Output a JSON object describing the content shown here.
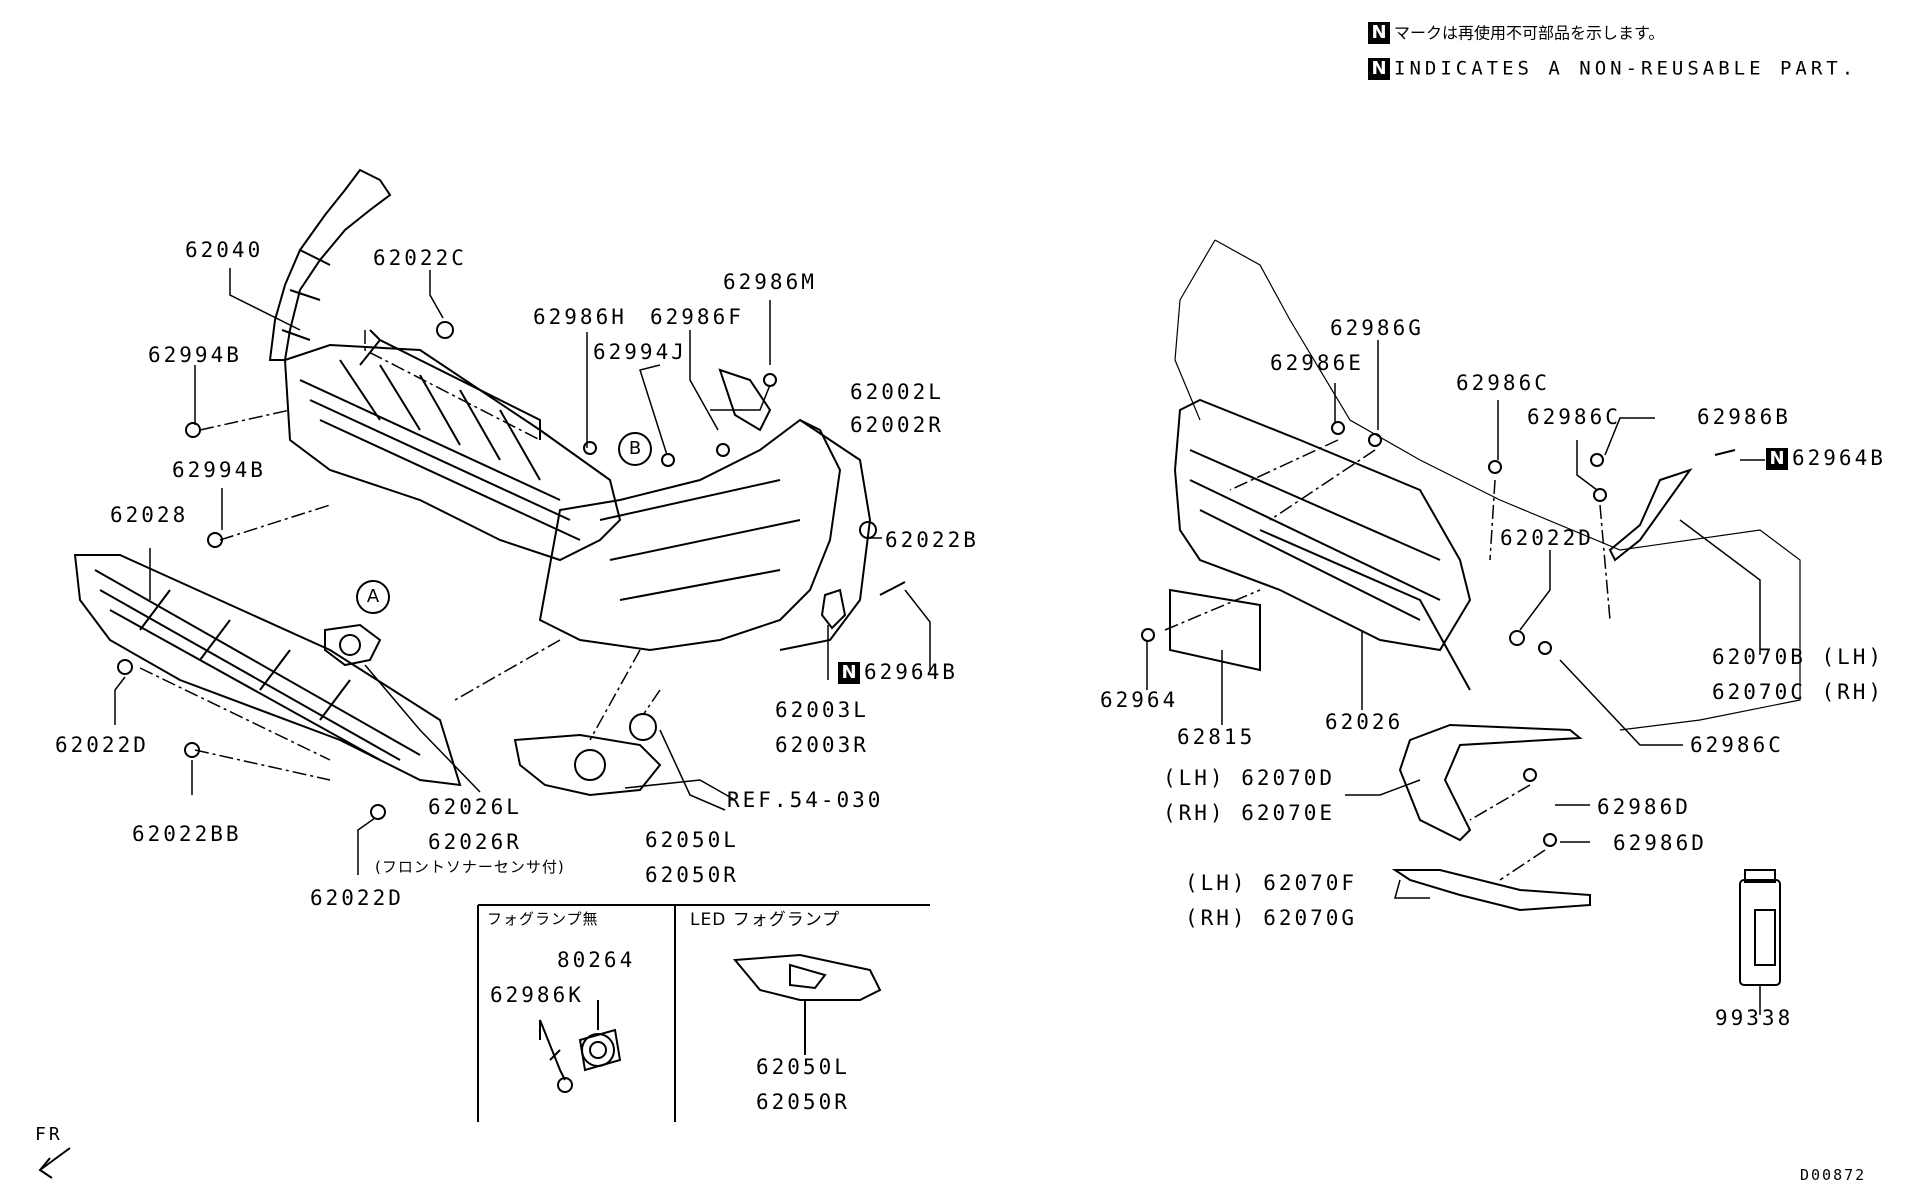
{
  "notes": {
    "nonreusable_jp": "マークは再使用不可部品を示します。",
    "nonreusable_en": "INDICATES A NON-REUSABLE PART.",
    "n_mark": "N"
  },
  "callouts": {
    "a": "A",
    "b": "B"
  },
  "left_labels": {
    "p62040": "62040",
    "p62022C": "62022C",
    "p62994B_1": "62994B",
    "p62994B_2": "62994B",
    "p62986H": "62986H",
    "p62986F": "62986F",
    "p62986M": "62986M",
    "p62994J": "62994J",
    "p62002L": "62002L",
    "p62002R": "62002R",
    "p62028": "62028",
    "p62022B": "62022B",
    "p62964B": "62964B",
    "p62003L": "62003L",
    "p62003R": "62003R",
    "p62022D_1": "62022D",
    "p62022BB": "62022BB",
    "p62022D_2": "62022D",
    "p62026L": "62026L",
    "p62026R": "62026R",
    "p62026_note": "(フロントソナーセンサ付)",
    "p62050L": "62050L",
    "p62050R": "62050R",
    "ref": "REF.54-030"
  },
  "inset_left": {
    "title": "フォグランプ無",
    "p80264": "80264",
    "p62986K": "62986K"
  },
  "inset_right": {
    "title": "LED フォグランプ",
    "p62050L": "62050L",
    "p62050R": "62050R"
  },
  "right_labels": {
    "p62986G": "62986G",
    "p62986E": "62986E",
    "p62986C_1": "62986C",
    "p62986C_2": "62986C",
    "p62986B": "62986B",
    "p62964B": "62964B",
    "p62022D": "62022D",
    "p62070B": "62070B (LH)",
    "p62070C": "62070C (RH)",
    "p62986C_3": "62986C",
    "p62964": "62964",
    "p62815": "62815",
    "p62026": "62026",
    "p62070D": "(LH) 62070D",
    "p62070E": "(RH) 62070E",
    "p62986D_1": "62986D",
    "p62986D_2": "62986D",
    "p62070F": "(LH) 62070F",
    "p62070G": "(RH) 62070G",
    "p99338": "99338"
  },
  "footer": {
    "fr": "FR",
    "code": "D00872"
  }
}
